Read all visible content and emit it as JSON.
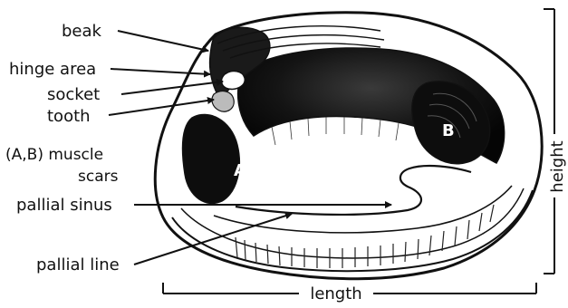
{
  "labels": {
    "beak": "beak",
    "hinge_area": "hinge area",
    "socket": "socket",
    "tooth": "tooth",
    "muscle_scars_line1": "(A,B)  muscle",
    "muscle_scars_line2": "scars",
    "pallial_sinus": "pallial  sinus",
    "pallial_line": "pallial  line",
    "length": "length",
    "height": "height"
  },
  "markers": {
    "a": "A",
    "b": "B"
  }
}
